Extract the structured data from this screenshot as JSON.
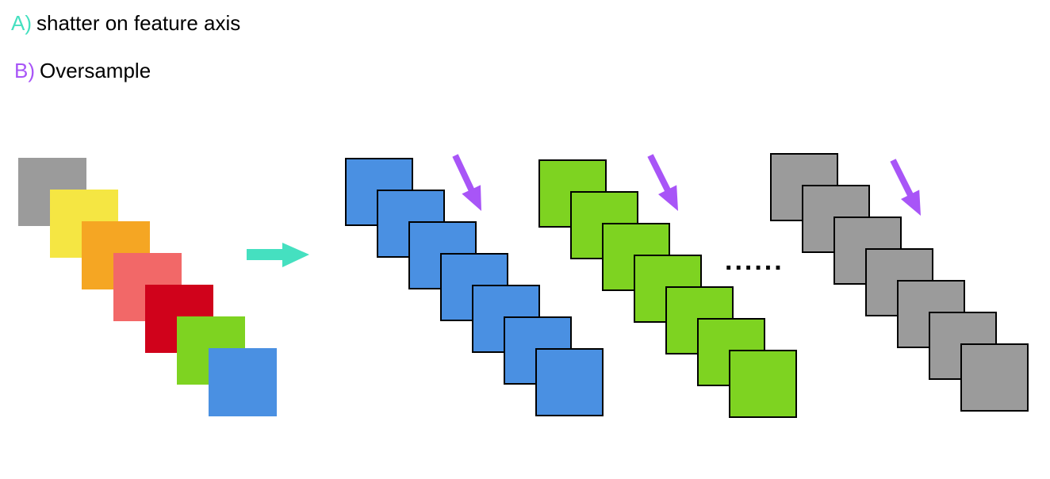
{
  "legend": [
    {
      "marker": "A)",
      "text": "shatter on feature axis",
      "color": "#45e0c0"
    },
    {
      "marker": "B)",
      "text": "Oversample",
      "color": "#a855f7"
    }
  ],
  "colors": {
    "gray": "#9b9b9b",
    "yellow": "#f5e643",
    "orange": "#f5a623",
    "salmon": "#f26868",
    "red": "#d0021b",
    "green": "#7ed321",
    "blue": "#4a90e2",
    "outline": "#000000",
    "teal_arrow": "#45e0c0",
    "purple_arrow": "#a855f7"
  },
  "input_stack": [
    "gray",
    "yellow",
    "orange",
    "salmon",
    "red",
    "green",
    "blue"
  ],
  "output_stacks": [
    {
      "color": "blue",
      "count": 7
    },
    {
      "color": "green",
      "count": 7
    },
    {
      "color": "gray",
      "count": 7
    }
  ],
  "ellipsis": "......"
}
